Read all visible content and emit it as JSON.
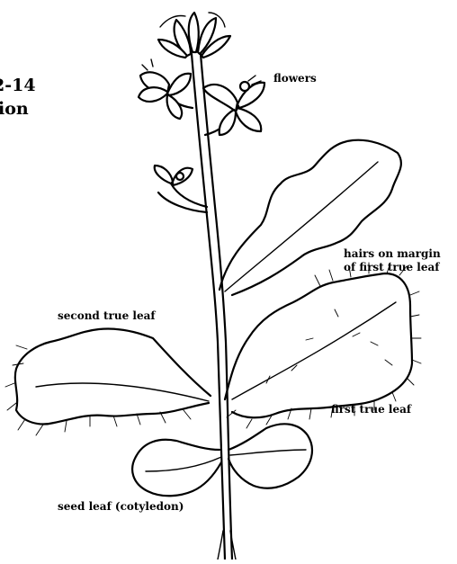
{
  "figure": {
    "title_line1": "2-14",
    "title_line2": "ion",
    "labels": {
      "flowers": "flowers",
      "hairs_line1": "hairs on margin",
      "hairs_line2": "of first true leaf",
      "second_true_leaf": "second true leaf",
      "first_true_leaf": "first true leaf",
      "seed_leaf": "seed leaf (cotyledon)"
    }
  }
}
